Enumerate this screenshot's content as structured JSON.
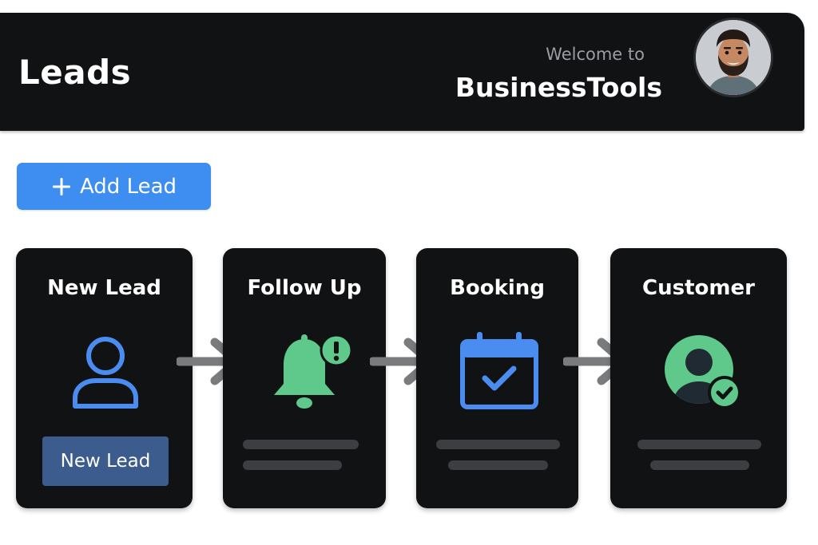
{
  "header": {
    "title": "Leads",
    "welcome_text": "Welcome to",
    "brand": "BusinessTools",
    "avatar_icon": "user-avatar"
  },
  "toolbar": {
    "add_lead_label": "Add Lead",
    "add_lead_icon": "plus-icon"
  },
  "pipeline": {
    "stages": [
      {
        "title": "New Lead",
        "icon": "person-icon",
        "action_label": "New Lead"
      },
      {
        "title": "Follow Up",
        "icon": "bell-alert-icon"
      },
      {
        "title": "Booking",
        "icon": "calendar-check-icon"
      },
      {
        "title": "Customer",
        "icon": "customer-check-icon"
      }
    ],
    "connector_icon": "arrow-right-icon"
  },
  "colors": {
    "header_bg": "#111213",
    "accent_blue": "#3d8ef0",
    "icon_blue": "#4a8cf0",
    "icon_green": "#5ec98b",
    "arrow_gray": "#7a7b7d",
    "card_button": "#3b5c8d"
  }
}
